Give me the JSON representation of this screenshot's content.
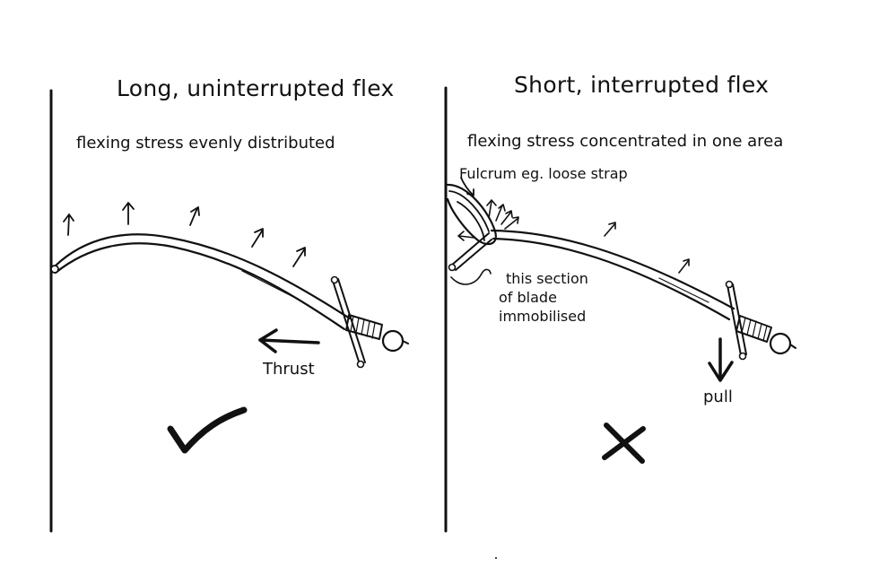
{
  "left_panel": {
    "title": "Long, uninterrupted flex",
    "subtitle": "flexing stress evenly distributed",
    "force_label": "Thrust",
    "verdict": "tick-icon"
  },
  "right_panel": {
    "title": "Short, interrupted flex",
    "subtitle": "flexing stress concentrated in one area",
    "fulcrum_label": "Fulcrum eg. loose strap",
    "immobilised_label_line1": "this section",
    "immobilised_label_line2": "of blade",
    "immobilised_label_line3": "immobilised",
    "force_label": "pull",
    "verdict": "cross-icon"
  },
  "colors": {
    "ink": "#111111",
    "paper": "#ffffff"
  }
}
